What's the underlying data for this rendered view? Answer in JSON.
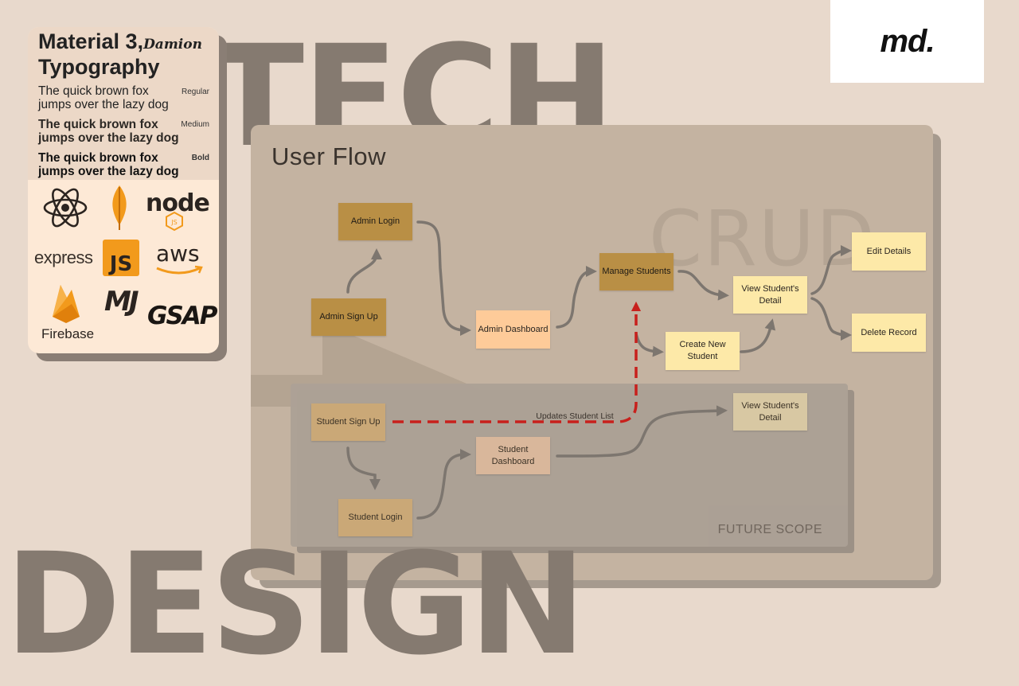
{
  "background_words": {
    "top": "TECH",
    "bottom": "DESIGN"
  },
  "brand": {
    "logo_text": "md."
  },
  "typography_card": {
    "title_main": "Material 3,",
    "title_script": "Damion",
    "title_sub": "Typography",
    "samples": [
      {
        "text_line1": "The quick brown fox",
        "text_line2": "jumps over the lazy dog",
        "weight": "Regular"
      },
      {
        "text_line1": "The quick brown fox",
        "text_line2": "jumps over the lazy dog",
        "weight": "Medium"
      },
      {
        "text_line1": "The quick brown fox",
        "text_line2": "jumps over the lazy dog",
        "weight": "Bold"
      }
    ],
    "tech_logos": {
      "react": "react-icon",
      "mongodb": "mongodb-leaf-icon",
      "node": "node",
      "express": "express",
      "js": "JS",
      "aws": "aws",
      "firebase": "Firebase",
      "mj": "MJ",
      "gsap": "GSAP"
    }
  },
  "user_flow": {
    "title": "User Flow",
    "watermark": "CRUD",
    "future_label": "FUTURE SCOPE",
    "nodes": {
      "admin_signup": "Admin Sign Up",
      "admin_login": "Admin Login",
      "admin_dashboard": "Admin Dashboard",
      "manage_students": "Manage Students",
      "view_student_detail": "View Student's Detail",
      "create_new_student": "Create New Student",
      "edit_details": "Edit Details",
      "delete_record": "Delete Record",
      "student_signup": "Student Sign Up",
      "student_login": "Student Login",
      "student_dashboard": "Student Dashboard",
      "student_view_detail": "View Student's Detail"
    },
    "edge_labels": {
      "updates_list": "Updates Student List"
    },
    "colors": {
      "admin_node": "#b98f45",
      "dashboard_node": "#fecb99",
      "detail_node": "#fde9a8",
      "arrow": "#7d766f",
      "dashed_arrow": "#c8201c"
    }
  }
}
